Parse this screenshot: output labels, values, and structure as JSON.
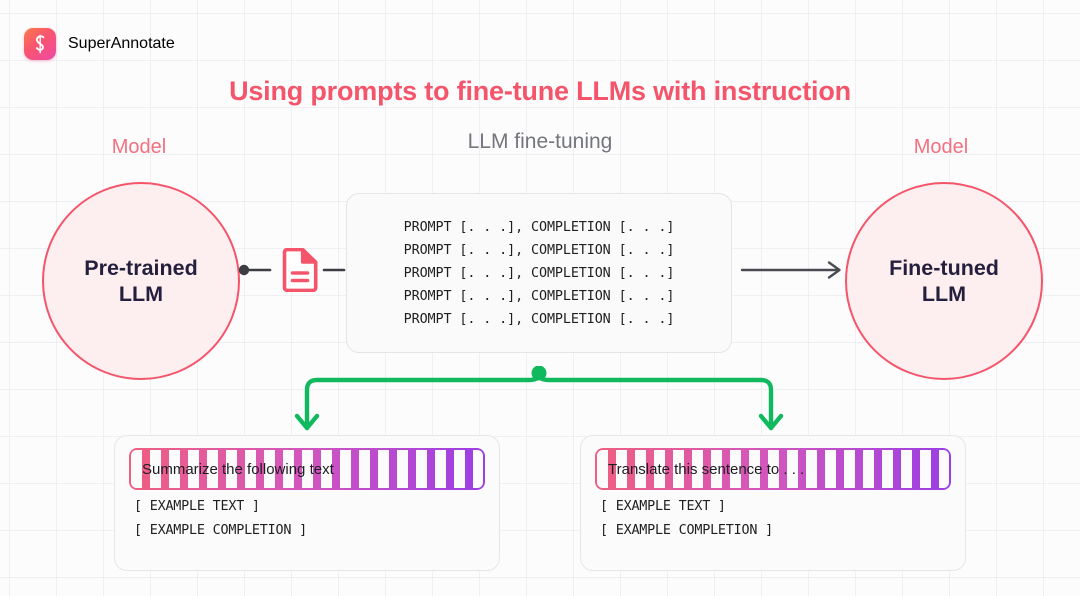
{
  "brand": {
    "name": "SuperAnnotate",
    "mark_letter": "S",
    "gradient_from": "#fb7a4a",
    "gradient_to": "#ef4aa8"
  },
  "title": "Using prompts to fine-tune LLMs with instruction",
  "section_label": "LLM fine-tuning",
  "colors": {
    "accent_pink": "#f4556b",
    "circle_fill": "#fdeef0",
    "model_label": "#f4707f",
    "branch_green": "#10b95e",
    "dash_start": "#ef5f80",
    "dash_end": "#9b3ee4",
    "arrow_gray": "#4a4a52",
    "text_dark": "#241f3d"
  },
  "models": {
    "left": {
      "caption": "Model",
      "line1": "Pre-trained",
      "line2": "LLM"
    },
    "right": {
      "caption": "Model",
      "line1": "Fine-tuned",
      "line2": "LLM"
    }
  },
  "prompt_card": {
    "rows": [
      "PROMPT [. . .], COMPLETION [. . .]",
      "PROMPT [. . .], COMPLETION [. . .]",
      "PROMPT [. . .], COMPLETION [. . .]",
      "PROMPT [. . .], COMPLETION [. . .]",
      "PROMPT [. . .], COMPLETION [. . .]"
    ]
  },
  "examples": [
    {
      "instruction": "Summarize the following text",
      "lines": [
        "[ EXAMPLE  TEXT ]",
        "[ EXAMPLE  COMPLETION ]"
      ]
    },
    {
      "instruction": "Translate this sentence to . . .",
      "lines": [
        "[ EXAMPLE  TEXT ]",
        "[ EXAMPLE  COMPLETION ]"
      ]
    }
  ]
}
